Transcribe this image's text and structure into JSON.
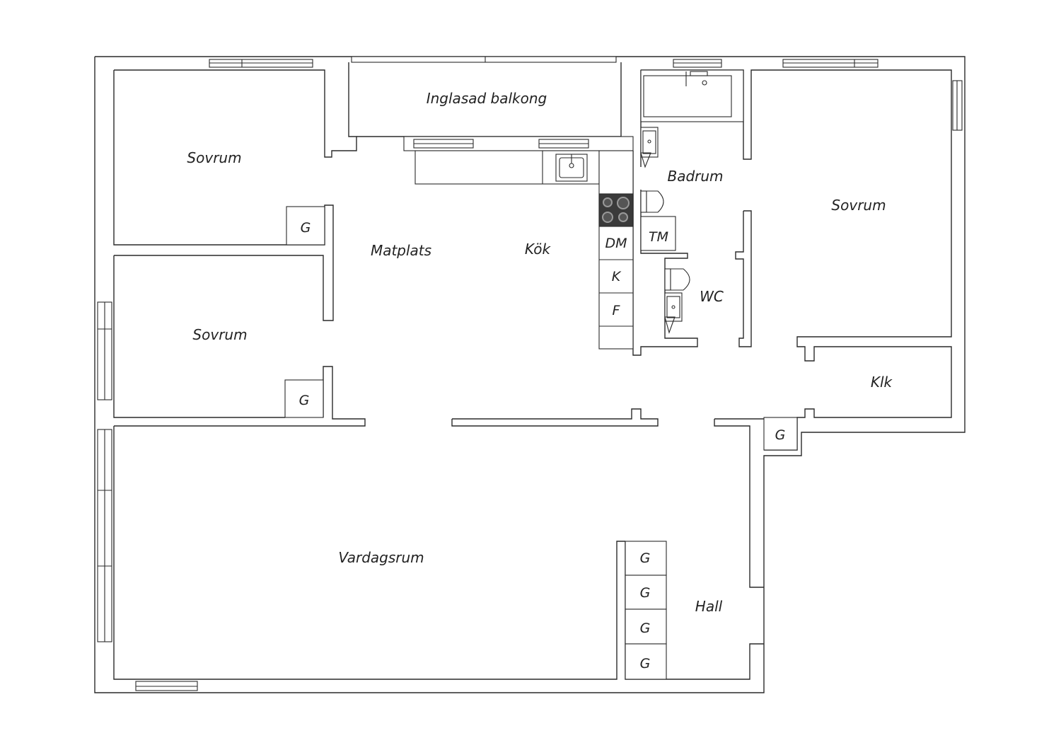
{
  "rooms": {
    "balcony": "Inglasad balkong",
    "bedroom_top_left": "Sovrum",
    "bedroom_mid_left": "Sovrum",
    "bedroom_right": "Sovrum",
    "dining": "Matplats",
    "kitchen": "Kök",
    "bathroom": "Badrum",
    "wc": "WC",
    "walk_in_closet": "Klk",
    "living_room": "Vardagsrum",
    "hall": "Hall"
  },
  "fixtures": {
    "wardrobe": "G",
    "dishwasher": "DM",
    "fridge": "K",
    "freezer": "F",
    "washer": "TM"
  },
  "icons": [
    "sink-icon",
    "stove-icon",
    "toilet-icon",
    "bathtub-icon",
    "washbasin-icon",
    "window-icon"
  ]
}
